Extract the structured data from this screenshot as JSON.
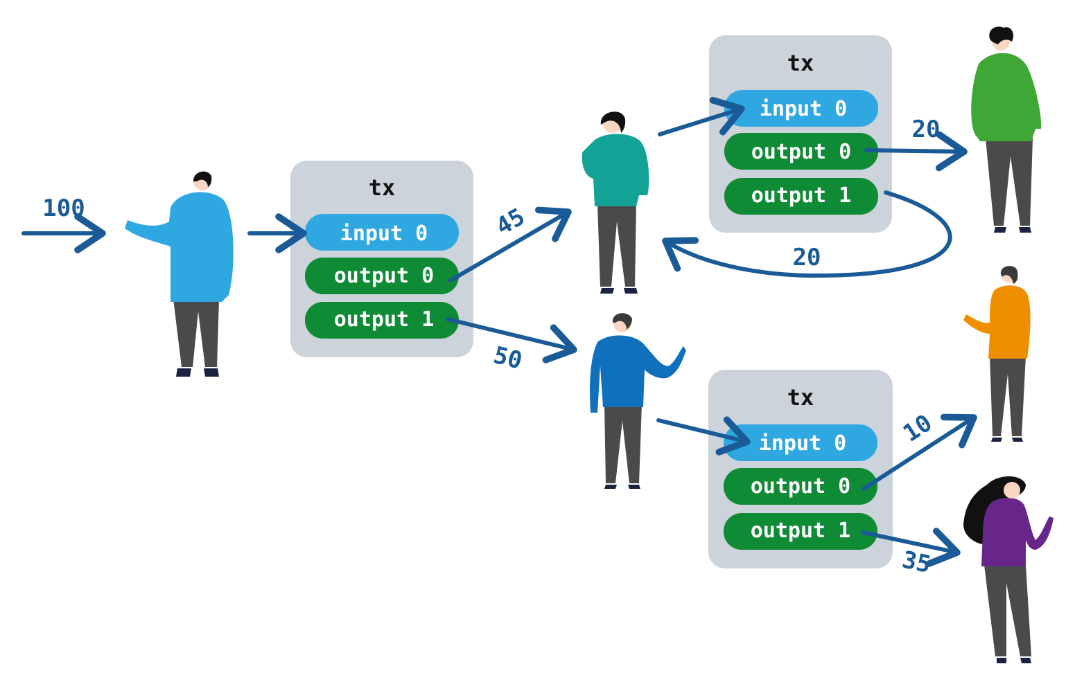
{
  "colors": {
    "tx_box": "#ccd3da",
    "input_pill": "#2fa8e1",
    "output_pill": "#0f8a35",
    "arrow": "#1a5a96",
    "pants": "#4a4a4a",
    "skin": "#f7d7c4",
    "hair": "#111111"
  },
  "transactions": [
    {
      "title": "tx",
      "input": "input 0",
      "outputs": [
        "output 0",
        "output 1"
      ]
    },
    {
      "title": "tx",
      "input": "input 0",
      "outputs": [
        "output 0",
        "output 1"
      ]
    },
    {
      "title": "tx",
      "input": "input 0",
      "outputs": [
        "output 0",
        "output 1"
      ]
    }
  ],
  "amounts": {
    "incoming": "100",
    "tx1_output0": "45",
    "tx1_output1": "50",
    "tx2_output0": "20",
    "tx2_change": "20",
    "tx3_output0": "10",
    "tx3_output1": "35"
  },
  "people": [
    {
      "id": "sender",
      "shirt": "#2fa8e1"
    },
    {
      "id": "receiver-teal",
      "shirt": "#13a396"
    },
    {
      "id": "receiver-blue",
      "shirt": "#1070bb"
    },
    {
      "id": "receiver-green",
      "shirt": "#3ea735"
    },
    {
      "id": "receiver-orange",
      "shirt": "#ef8f00"
    },
    {
      "id": "receiver-purple",
      "shirt": "#68268a"
    }
  ]
}
